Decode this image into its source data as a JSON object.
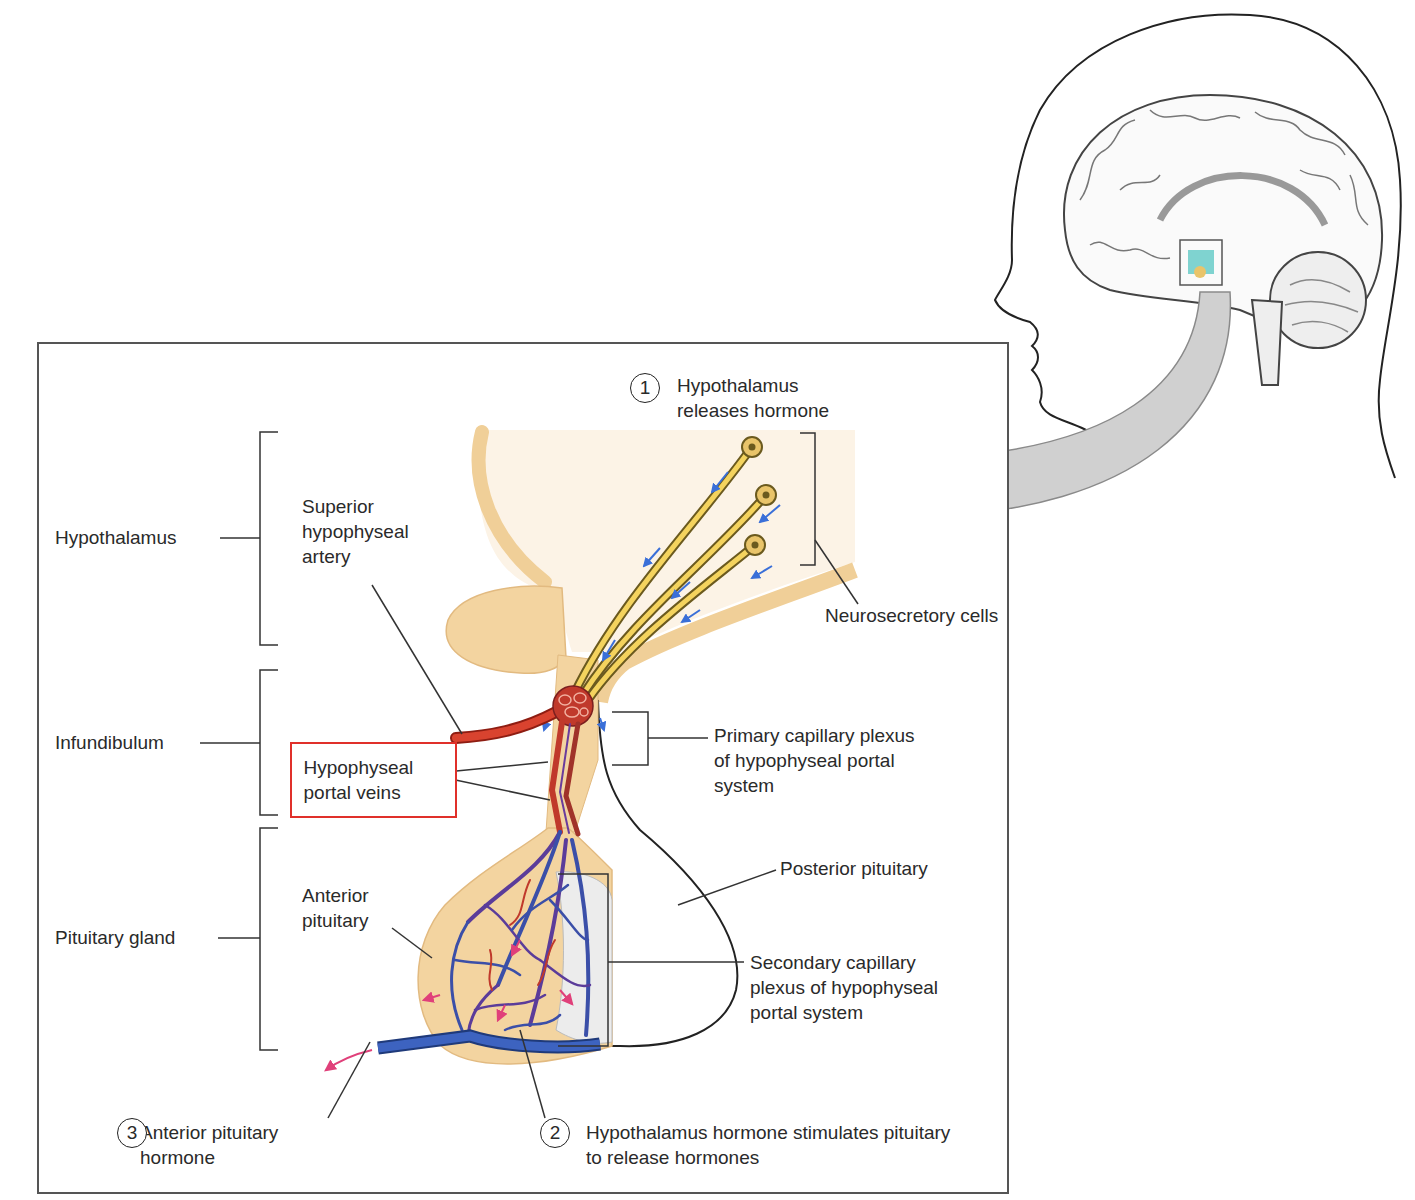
{
  "diagram": {
    "nodes": [
      {
        "text": [
          "1"
        ]
      },
      {
        "text": [
          "Hypophyseal portal veins"
        ]
      },
      {
        "text": [
          "3"
        ]
      },
      {
        "text": [
          "2"
        ]
      }
    ],
    "labels": [
      "Hypothalamus releases hormone",
      "Superior hypophyseal artery",
      "Hypothalamus",
      "Neurosecretory cells",
      "Primary capillary plexus of hypophyseal portal system",
      "Infundibulum",
      "Posterior pituitary",
      "Anterior pituitary",
      "Pituitary gland",
      "Secondary capillary plexus of hypophyseal portal system",
      "Anterior pituitary hormone",
      "Hypothalamus hormone stimulates pituitary to release hormones"
    ]
  }
}
